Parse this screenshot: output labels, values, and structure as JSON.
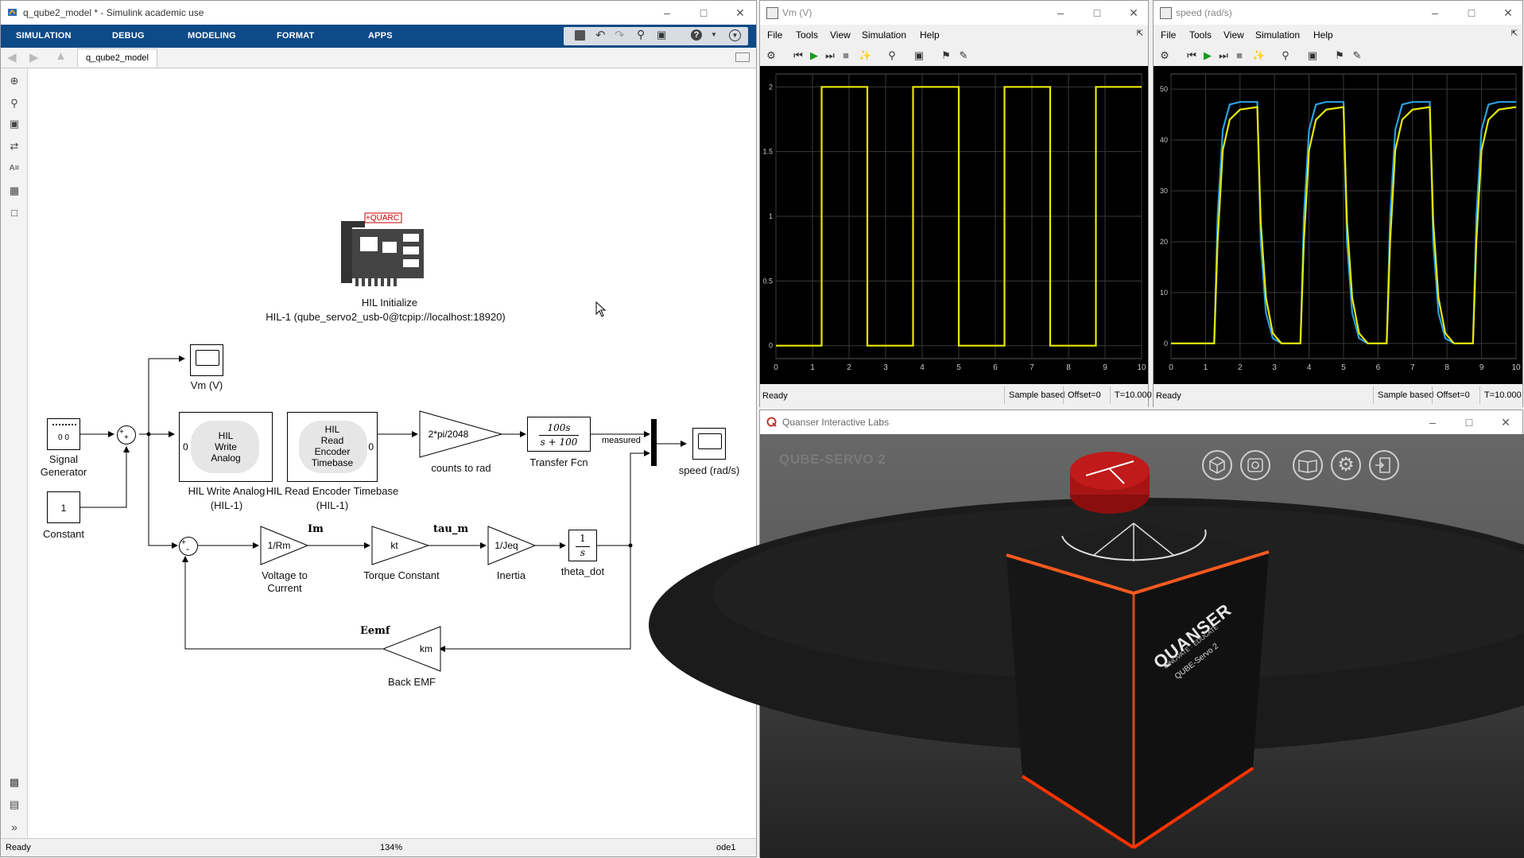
{
  "simulink": {
    "title": "q_qube2_model * - Simulink academic use",
    "ribbon_tabs": [
      "SIMULATION",
      "DEBUG",
      "MODELING",
      "FORMAT",
      "APPS"
    ],
    "breadcrumb": "q_qube2_model",
    "status_left": "Ready",
    "status_zoom": "134%",
    "status_solver": "ode1",
    "blocks": {
      "hil_init_logo": "+QUARC",
      "hil_init_label": "HIL Initialize",
      "hil_init_sub": "HIL-1 (qube_servo2_usb-0@tcpip://localhost:18920)",
      "vm_scope_label": "Vm (V)",
      "signal_gen_label": [
        "Signal",
        "Generator"
      ],
      "signal_gen_icon": "0 0",
      "constant_value": "1",
      "constant_label": "Constant",
      "hil_write_inner": [
        "HIL",
        "Write",
        "Analog"
      ],
      "hil_write_port": "0",
      "hil_write_label": "HIL Write Analog",
      "hil_write_sub": "(HIL-1)",
      "hil_read_inner": [
        "HIL",
        "Read",
        "Encoder",
        "Timebase"
      ],
      "hil_read_port": "0",
      "hil_read_label": "HIL Read Encoder Timebase",
      "hil_read_sub": "(HIL-1)",
      "counts_gain": "2*pi/2048",
      "counts_label": "counts to rad",
      "tf_num": "100s",
      "tf_den": "s + 100",
      "tf_label": "Transfer Fcn",
      "measured_label": "measured",
      "speed_scope_label": "speed (rad/s)",
      "sum1_signs": [
        "+",
        "+"
      ],
      "sum2_signs": [
        "+",
        "-"
      ],
      "rm_gain": "1/Rm",
      "rm_label": [
        "Voltage to",
        "Current"
      ],
      "im_label": "Im",
      "kt_gain": "kt",
      "kt_label": "Torque Constant",
      "taum_label": "tau_m",
      "jeq_gain": "1/Jeq",
      "jeq_label": "Inertia",
      "int_num": "1",
      "int_den": "s",
      "int_label": "theta_dot",
      "km_gain": "km",
      "km_label": "Back EMF",
      "emf_label": "Eemf"
    }
  },
  "vm_scope": {
    "title": "Vm (V)",
    "menus": [
      "File",
      "Tools",
      "View",
      "Simulation",
      "Help"
    ],
    "status": "Ready",
    "mode": "Sample based",
    "offset": "Offset=0",
    "time": "T=10.000",
    "trace_color": "#e8e800"
  },
  "speed_scope": {
    "title": "speed (rad/s)",
    "menus": [
      "File",
      "Tools",
      "View",
      "Simulation",
      "Help"
    ],
    "status": "Ready",
    "mode": "Sample based",
    "offset": "Offset=0",
    "time": "T=10.000",
    "trace_colors": [
      "#e8e800",
      "#2aa0e0"
    ]
  },
  "chart_data": [
    {
      "type": "line",
      "name": "vm_scope",
      "x": [
        0,
        1.25,
        1.25,
        2.5,
        2.5,
        3.75,
        3.75,
        5.0,
        5.0,
        6.25,
        6.25,
        7.5,
        7.5,
        8.75,
        8.75,
        10
      ],
      "series": [
        {
          "values": [
            0,
            0,
            2,
            2,
            0,
            0,
            2,
            2,
            0,
            0,
            2,
            2,
            0,
            0,
            2,
            2
          ]
        }
      ],
      "xlim": [
        0,
        10
      ],
      "ylim": [
        -0.1,
        2.1
      ],
      "xticks": [
        "0",
        "1",
        "2",
        "3",
        "4",
        "5",
        "6",
        "7",
        "8",
        "9",
        "10"
      ],
      "yticks": [
        "0",
        "0.5",
        "1",
        "1.5",
        "2"
      ],
      "grid": true
    },
    {
      "type": "line",
      "name": "speed_scope",
      "x": [
        0,
        1.25,
        1.35,
        1.5,
        1.7,
        2.0,
        2.5,
        2.6,
        2.75,
        2.95,
        3.2,
        3.75,
        3.85,
        4.0,
        4.2,
        4.5,
        5.0,
        5.1,
        5.25,
        5.45,
        5.7,
        6.25,
        6.35,
        6.5,
        6.7,
        7.0,
        7.5,
        7.6,
        7.75,
        7.95,
        8.2,
        8.75,
        8.85,
        9.0,
        9.2,
        9.5,
        10
      ],
      "series": [
        {
          "values": [
            0,
            0,
            25,
            42,
            47,
            47.5,
            47.5,
            20,
            6,
            1,
            0,
            0,
            25,
            42,
            47,
            47.5,
            47.5,
            20,
            6,
            1,
            0,
            0,
            25,
            42,
            47,
            47.5,
            47.5,
            20,
            6,
            1,
            0,
            0,
            25,
            42,
            47,
            47.5,
            47.5
          ]
        },
        {
          "values": [
            0,
            0,
            20,
            38,
            44,
            46,
            46.5,
            24,
            9,
            2,
            0,
            0,
            20,
            38,
            44,
            46,
            46.5,
            24,
            9,
            2,
            0,
            0,
            20,
            38,
            44,
            46,
            46.5,
            24,
            9,
            2,
            0,
            0,
            20,
            38,
            44,
            46,
            46.5
          ]
        }
      ],
      "xlim": [
        0,
        10
      ],
      "ylim": [
        -3,
        53
      ],
      "xticks": [
        "0",
        "1",
        "2",
        "3",
        "4",
        "5",
        "6",
        "7",
        "8",
        "9",
        "10"
      ],
      "yticks": [
        "0",
        "10",
        "20",
        "30",
        "40",
        "50"
      ],
      "grid": true
    }
  ],
  "quanser": {
    "title": "Quanser Interactive Labs",
    "heading": "QUBE-SERVO 2",
    "device_brand": "QUANSER",
    "device_tagline": "INNOVATE · EDUCATE",
    "device_model": "QUBE-Servo 2",
    "toolbar_icons": [
      "cube-view-icon",
      "camera-view-icon",
      "manual-icon",
      "settings-icon",
      "exit-icon"
    ]
  }
}
